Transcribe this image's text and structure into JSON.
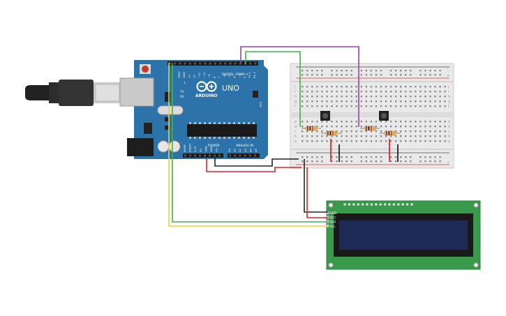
{
  "arduino": {
    "brand": "ARDUINO",
    "model": "UNO",
    "digital_label": "DIGITAL (PWM~)",
    "power_label": "POWER",
    "analog_label": "ANALOG IN",
    "led_l": "L",
    "led_tx": "TX",
    "led_rx": "RX",
    "icsp_label": "ICSP",
    "digital_pins": [
      "AREF",
      "GND",
      "13",
      "12",
      "~11",
      "~10",
      "~9",
      "8",
      "7",
      "~6",
      "~5",
      "4",
      "~3",
      "2",
      "TX 1",
      "RX 0"
    ],
    "power_pins": [
      "IOREF",
      "RESET",
      "3.3V",
      "5V",
      "GND",
      "GND",
      "Vin"
    ],
    "analog_pins": [
      "A0",
      "A1",
      "A2",
      "A3",
      "A4",
      "A5"
    ]
  },
  "lcd": {
    "pins": [
      "GND",
      "VCC",
      "SDA",
      "SCL"
    ]
  },
  "breadboard": {
    "row_letters_top": [
      "j",
      "i",
      "h",
      "g",
      "f"
    ],
    "row_letters_bottom": [
      "e",
      "d",
      "c",
      "b",
      "a"
    ],
    "rail_plus": "+",
    "rail_minus": "-"
  },
  "colors": {
    "board": "#2b73a8",
    "lcd_pcb": "#3a9a4c",
    "lcd_screen": "#1c2a55",
    "breadboard": "#e9e9e9",
    "wire_green": "#3db54a",
    "wire_purple": "#8e44ad",
    "wire_red": "#d62828",
    "wire_black": "#222222",
    "wire_yellow": "#f1d22c"
  },
  "icons": [
    "usb-cable-icon",
    "pushbutton-icon",
    "resistor-icon"
  ]
}
